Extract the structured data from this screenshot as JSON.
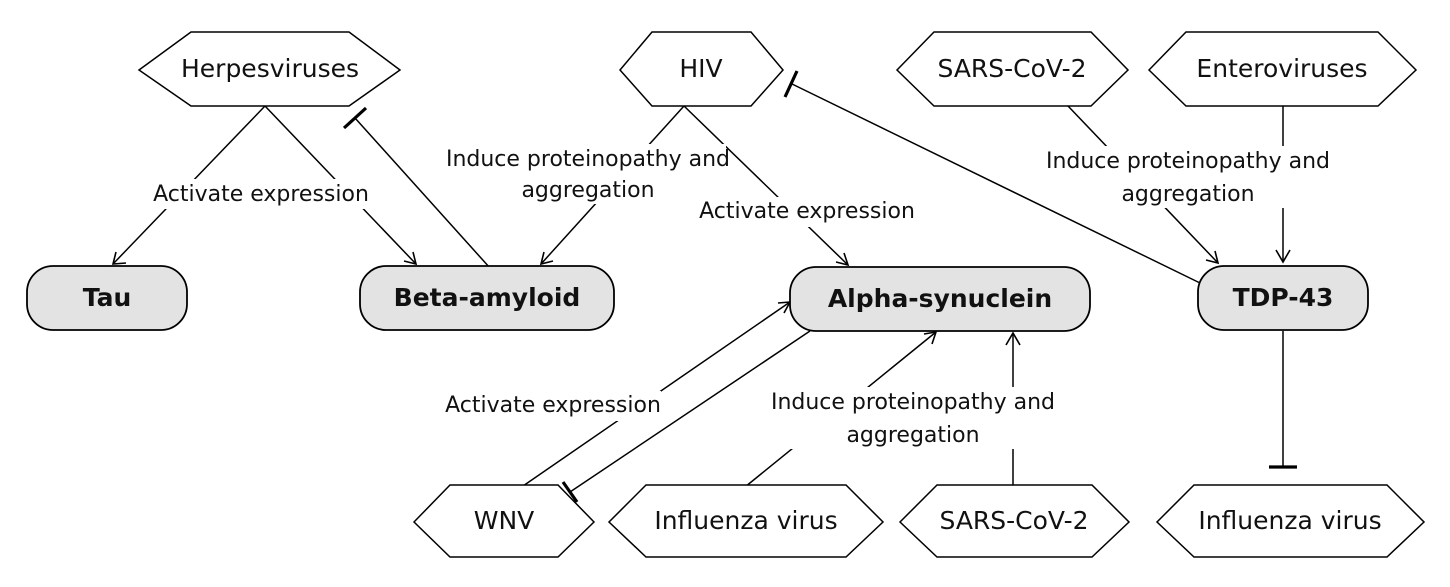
{
  "nodes": {
    "herpes": "Herpesviruses",
    "hiv": "HIV",
    "sars_top": "SARS-CoV-2",
    "entero": "Enteroviruses",
    "tau": "Tau",
    "beta": "Beta-amyloid",
    "alpha": "Alpha-synuclein",
    "tdp": "TDP-43",
    "wnv": "WNV",
    "flu_mid": "Influenza virus",
    "sars_bot": "SARS-CoV-2",
    "flu_right": "Influenza virus"
  },
  "edge_labels": {
    "herpes_activate": "Activate expression",
    "hiv_proteinopathy_1": "Induce proteinopathy and",
    "hiv_proteinopathy_2": "aggregation",
    "hiv_activate": "Activate expression",
    "sars_entero_proteinopathy_1": "Induce proteinopathy and",
    "sars_entero_proteinopathy_2": "aggregation",
    "wnv_activate": "Activate expression",
    "flu_sars_proteinopathy_1": "Induce proteinopathy and",
    "flu_sars_proteinopathy_2": "aggregation"
  },
  "edges": [
    {
      "from": "Herpesviruses",
      "to": "Tau",
      "relation": "activation"
    },
    {
      "from": "Herpesviruses",
      "to": "Beta-amyloid",
      "relation": "activation"
    },
    {
      "from": "Beta-amyloid",
      "to": "Herpesviruses",
      "relation": "inhibition"
    },
    {
      "from": "HIV",
      "to": "Beta-amyloid",
      "relation": "activation"
    },
    {
      "from": "HIV",
      "to": "Alpha-synuclein",
      "relation": "activation"
    },
    {
      "from": "TDP-43",
      "to": "HIV",
      "relation": "inhibition"
    },
    {
      "from": "SARS-CoV-2",
      "to": "TDP-43",
      "relation": "activation"
    },
    {
      "from": "Enteroviruses",
      "to": "TDP-43",
      "relation": "activation"
    },
    {
      "from": "TDP-43",
      "to": "Influenza virus",
      "relation": "inhibition"
    },
    {
      "from": "WNV",
      "to": "Alpha-synuclein",
      "relation": "activation"
    },
    {
      "from": "Alpha-synuclein",
      "to": "WNV",
      "relation": "inhibition"
    },
    {
      "from": "Influenza virus",
      "to": "Alpha-synuclein",
      "relation": "activation"
    },
    {
      "from": "SARS-CoV-2",
      "to": "Alpha-synuclein",
      "relation": "activation"
    }
  ],
  "colors": {
    "protein_fill": "#e3e3e3",
    "virus_fill": "#ffffff",
    "stroke": "#000000"
  }
}
